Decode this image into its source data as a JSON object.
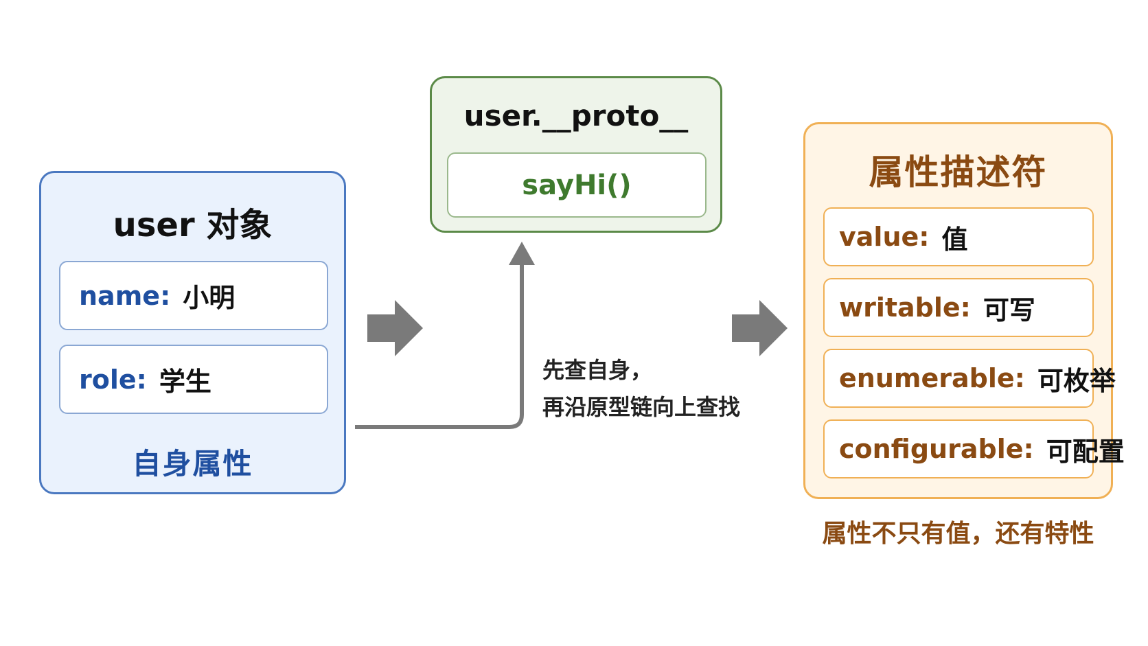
{
  "user_object": {
    "title": "user 对象",
    "properties": [
      {
        "key": "name:",
        "value": "小明"
      },
      {
        "key": "role:",
        "value": "学生"
      }
    ],
    "footer": "自身属性"
  },
  "prototype": {
    "title": "user.__proto__",
    "method": "sayHi()"
  },
  "lookup_note": {
    "line1": "先查自身，",
    "line2": "再沿原型链向上查找"
  },
  "descriptor": {
    "title": "属性描述符",
    "items": [
      {
        "key": "value:",
        "value": "值"
      },
      {
        "key": "writable:",
        "value": "可写"
      },
      {
        "key": "enumerable:",
        "value": "可枚举"
      },
      {
        "key": "configurable:",
        "value": "可配置"
      }
    ],
    "footer": "属性不只有值，还有特性"
  },
  "colors": {
    "user_border": "#4a78c0",
    "proto_border": "#5b8a48",
    "descriptor_border": "#f0b055",
    "arrow": "#7a7a7a"
  }
}
